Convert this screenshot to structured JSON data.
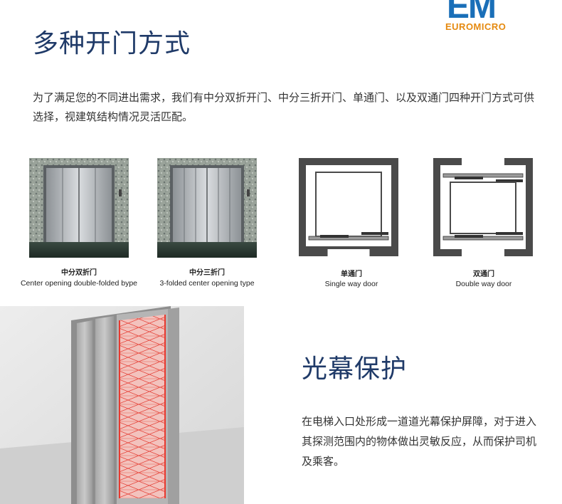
{
  "logo": {
    "mark": "EM",
    "text": "EUROMICRO"
  },
  "section1": {
    "title": "多种开门方式",
    "description": "为了满足您的不同进出需求，我们有中分双折开门、中分三折开门、单通门、以及双通门四种开门方式可供选择，视建筑结构情况灵活匹配。"
  },
  "door_types": [
    {
      "cn": "中分双折门",
      "en": "Center opening double-folded bype"
    },
    {
      "cn": "中分三折门",
      "en": "3-folded center opening type"
    },
    {
      "cn": "单通门",
      "en": "Single way door"
    },
    {
      "cn": "双通门",
      "en": "Double way door"
    }
  ],
  "section2": {
    "title": "光幕保护",
    "description": "在电梯入口处形成一道道光幕保护屏障，对于进入其探测范围内的物体做出灵敏反应，从而保护司机及乘客。"
  },
  "colors": {
    "title": "#1f3a68",
    "logo_blue": "#1a6fb8",
    "logo_orange": "#e58a10",
    "light_beam": "#e8392f"
  }
}
